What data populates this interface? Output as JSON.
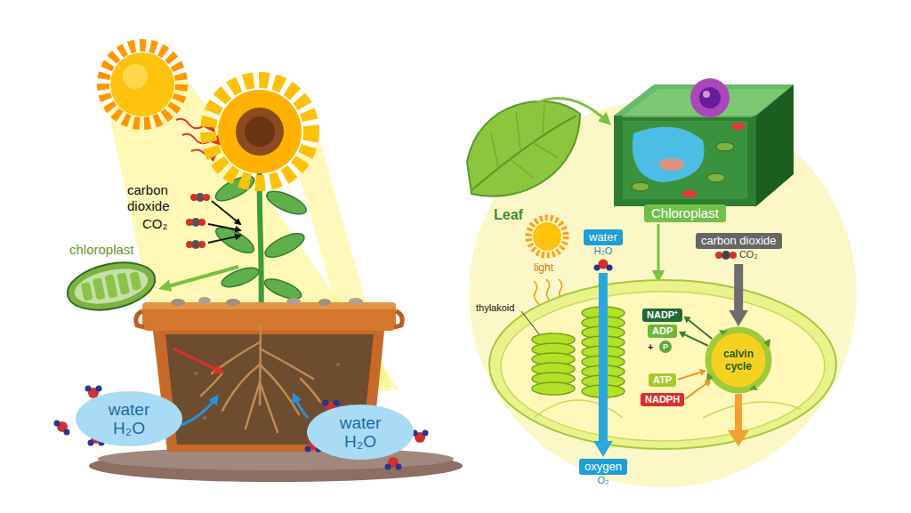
{
  "diagram": {
    "nodes": [
      {
        "text": [
          "water",
          "H₂O"
        ]
      },
      {
        "text": [
          "water",
          "H₂O"
        ]
      },
      {
        "text": [
          "Chloroplast"
        ]
      },
      {
        "text": [
          "water",
          "H₂O"
        ]
      },
      {
        "text": [
          "carbon dioxide",
          "CO₂"
        ]
      },
      {
        "text": [
          "NADP⁺"
        ]
      },
      {
        "text": [
          "ADP"
        ]
      },
      {
        "text": [
          "calvin cycle"
        ]
      },
      {
        "text": [
          "ATP"
        ]
      },
      {
        "text": [
          "NADPH"
        ]
      },
      {
        "text": [
          "oxygen",
          "O₂"
        ]
      }
    ],
    "edges": [
      {
        "from": 3,
        "to": 10,
        "arrow": "to"
      },
      {
        "from": 4,
        "to": 7,
        "arrow": "to"
      },
      {
        "from": 8,
        "to": 7,
        "arrow": "to"
      },
      {
        "from": 9,
        "to": 7,
        "arrow": "to"
      },
      {
        "from": 7,
        "to": 5,
        "arrow": "to"
      },
      {
        "from": 7,
        "to": 6,
        "arrow": "to"
      }
    ],
    "labels": [
      "carbon dioxide",
      "CO₂",
      "chloroplast",
      "Leaf",
      "light",
      "thylakoid",
      "+",
      "P"
    ]
  }
}
